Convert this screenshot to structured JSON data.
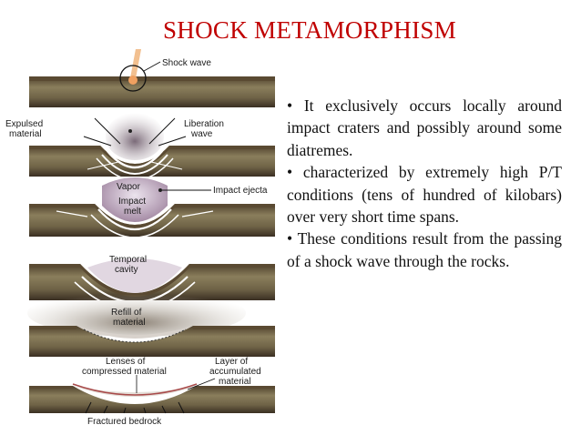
{
  "title": "SHOCK METAMORPHISM",
  "bullets": [
    "• It exclusively occurs locally around impact craters and possibly around some diatremes.",
    "• characterized by extremely high P/T conditions (tens of hundred of kilobars) over very short time spans.",
    "• These conditions result from the passing of a shock wave through the rocks."
  ],
  "figure": {
    "panel_labels": {
      "shock_wave": "Shock wave",
      "expulsed_1": "Expulsed",
      "expulsed_2": "material",
      "liberation_1": "Liberation",
      "liberation_2": "wave",
      "vapor": "Vapor",
      "impact_ejecta": "Impact ejecta",
      "impact_melt_1": "Impact",
      "impact_melt_2": "melt",
      "temporal_1": "Temporal",
      "temporal_2": "cavity",
      "refill_1": "Refill of",
      "refill_2": "material",
      "lenses_1": "Lenses of",
      "lenses_2": "compressed material",
      "layer_1": "Layer of",
      "layer_2": "accumulated",
      "layer_3": "material",
      "fractured": "Fractured bedrock"
    },
    "colors": {
      "topsoil": "#5a4a32",
      "ground": "#857a58",
      "deep": "#3a2f22",
      "cloud": "#9c8c96",
      "melt": "#d8c8dc",
      "meteor": "#f0a060",
      "wave": "#ffffff"
    }
  }
}
